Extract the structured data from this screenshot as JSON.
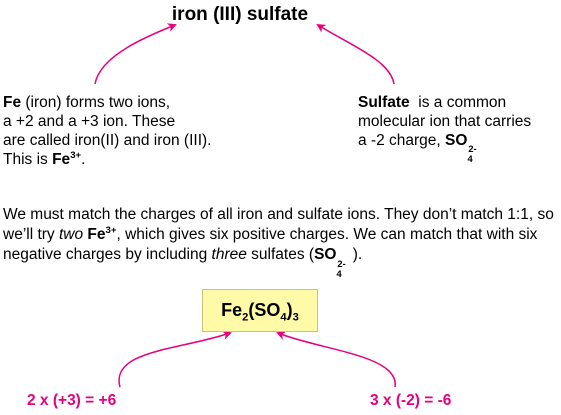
{
  "title": "iron (III) sulfate",
  "fe_note": {
    "symbol": "Fe",
    "line1_rest": " (iron) forms two ions,",
    "line2": "a +2 and a +3 ion. These",
    "line3": "are called iron(II) and iron (III).",
    "line4_pre": "This is ",
    "ion_symbol": "Fe",
    "ion_charge": "3+",
    "line4_post": "."
  },
  "sulfate_note": {
    "name": "Sulfate",
    "line1_rest": "  is a common",
    "line2": "molecular ion that carries",
    "line3_pre": "a -2 charge, ",
    "ion_symbol": "SO",
    "ion_sub": "4",
    "ion_charge": "2-"
  },
  "paragraph": {
    "p1": "We must match the charges of all iron and sulfate ions. They don’t match 1:1, so we’ll try ",
    "two": "two",
    "fe_symbol": "Fe",
    "fe_charge": "3+",
    "p2": ", which gives six positive charges. We can match that with six negative charges by including ",
    "three": "three",
    "p3": " sulfates (",
    "so_symbol": "SO",
    "so_sub": "4",
    "so_charge": "2-",
    "p4": ")."
  },
  "formula": {
    "fe": "Fe",
    "fe_sub": "2",
    "open": "(SO",
    "so_sub": "4",
    "close": ")",
    "group_sub": "3"
  },
  "calc_left": "2 x (+3) = +6",
  "calc_right": "3 x (-2) = -6",
  "colors": {
    "accent": "#e6007e",
    "formula_box": "#fefaa8"
  }
}
